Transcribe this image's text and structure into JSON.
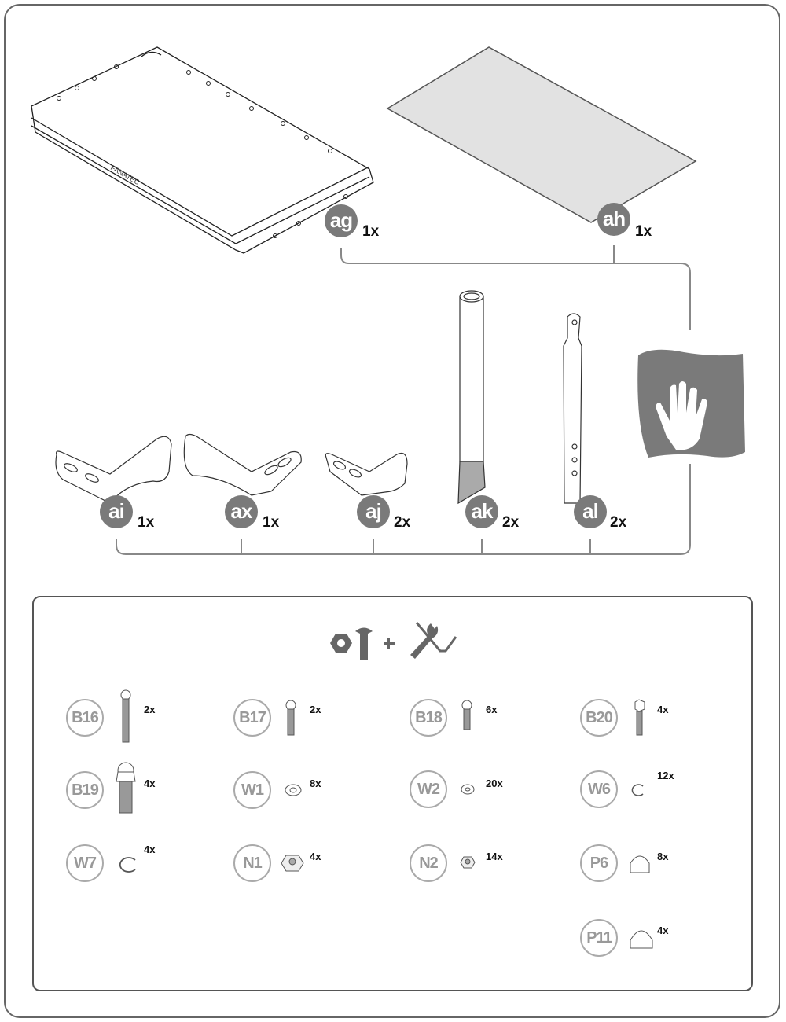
{
  "parts": [
    {
      "id": "ag",
      "qty": "1x",
      "name": "tray"
    },
    {
      "id": "ah",
      "qty": "1x",
      "name": "panel"
    },
    {
      "id": "ai",
      "qty": "1x",
      "name": "bracket"
    },
    {
      "id": "ax",
      "qty": "1x",
      "name": "bracket"
    },
    {
      "id": "aj",
      "qty": "2x",
      "name": "bracket"
    },
    {
      "id": "ak",
      "qty": "2x",
      "name": "tube"
    },
    {
      "id": "al",
      "qty": "2x",
      "name": "rod"
    }
  ],
  "tray_brand": "FANATEC",
  "hardware": [
    {
      "code": "B16",
      "qty": "2x",
      "type": "bolt-long"
    },
    {
      "code": "B17",
      "qty": "2x",
      "type": "bolt"
    },
    {
      "code": "B18",
      "qty": "6x",
      "type": "bolt-short"
    },
    {
      "code": "B20",
      "qty": "4x",
      "type": "hex-bolt"
    },
    {
      "code": "B19",
      "qty": "4x",
      "type": "hex-bolt-large"
    },
    {
      "code": "W1",
      "qty": "8x",
      "type": "washer"
    },
    {
      "code": "W2",
      "qty": "20x",
      "type": "washer-small"
    },
    {
      "code": "W6",
      "qty": "12x",
      "type": "split-washer"
    },
    {
      "code": "W7",
      "qty": "4x",
      "type": "split-washer"
    },
    {
      "code": "N1",
      "qty": "4x",
      "type": "nut"
    },
    {
      "code": "N2",
      "qty": "14x",
      "type": "nut-small"
    },
    {
      "code": "P6",
      "qty": "8x",
      "type": "cap"
    },
    {
      "code": "P11",
      "qty": "4x",
      "type": "cap"
    }
  ],
  "colors": {
    "badge": "#7a7a7a",
    "code_ring": "#aaaaaa",
    "line": "#888888"
  }
}
